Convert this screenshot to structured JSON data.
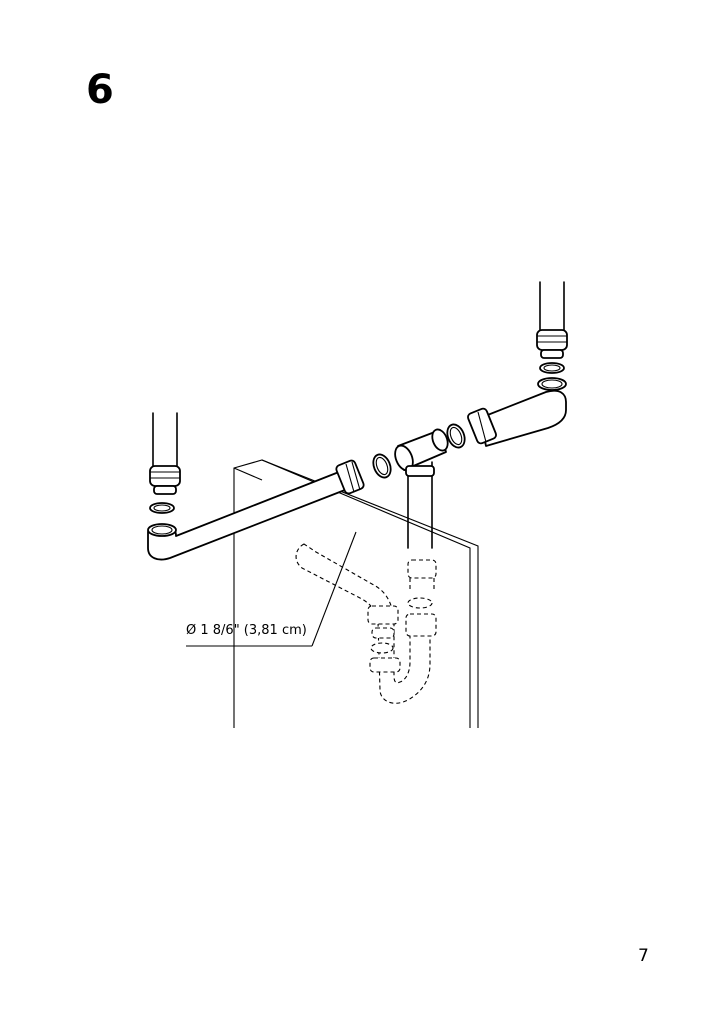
{
  "step": {
    "number": "6"
  },
  "dimension": {
    "label": "Ø 1 8/6\" (3,81 cm)"
  },
  "page": {
    "number": "7"
  },
  "icons": {
    "illustration": "sink-drain-pipe-assembly-diagram"
  }
}
